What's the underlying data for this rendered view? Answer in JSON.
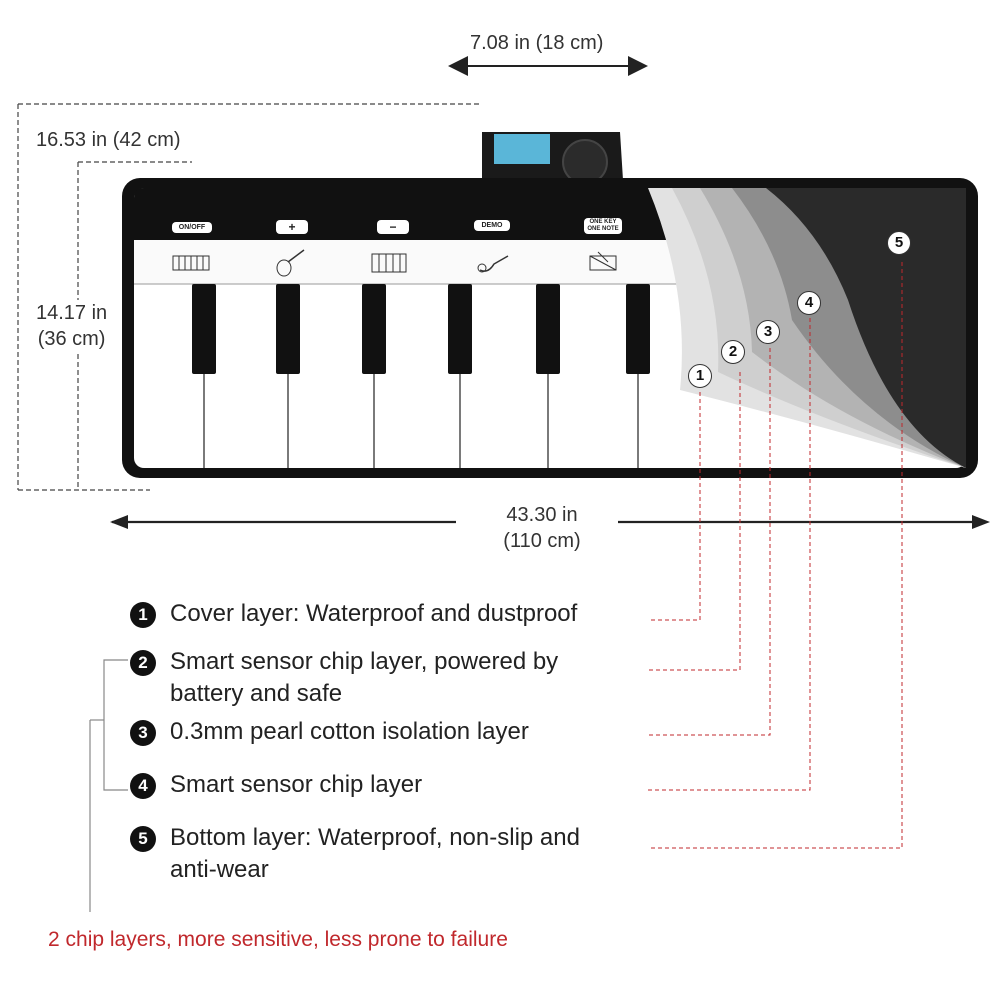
{
  "dimensions": {
    "control_width": "7.08 in (18 cm)",
    "total_height": "16.53 in (42 cm)",
    "mat_height_line1": "14.17 in",
    "mat_height_line2": "(36 cm)",
    "mat_length_line1": "43.30 in",
    "mat_length_line2": "(110 cm)"
  },
  "mat_buttons": [
    "ON/OFF",
    "+",
    "−",
    "DEMO",
    "ONE KEY ONE NOTE"
  ],
  "mat_icons": [
    "piano-icon",
    "violin-icon",
    "accordion-icon",
    "saxophone-icon",
    "xylophone-icon"
  ],
  "layer_markers": [
    "1",
    "2",
    "3",
    "4",
    "5"
  ],
  "layers": [
    {
      "num": "1",
      "text": "Cover layer: Waterproof and dustproof"
    },
    {
      "num": "2",
      "text": "Smart sensor chip layer, powered by battery and safe"
    },
    {
      "num": "3",
      "text": "0.3mm pearl cotton isolation layer"
    },
    {
      "num": "4",
      "text": "Smart sensor chip layer"
    },
    {
      "num": "5",
      "text": "Bottom layer: Waterproof, non-slip and anti-wear"
    }
  ],
  "footnote": "2 chip layers, more sensitive, less prone to failure",
  "colors": {
    "mat_border": "#111111",
    "key_black": "#111111",
    "leader_line": "#c0282c",
    "footnote": "#c0282c"
  }
}
